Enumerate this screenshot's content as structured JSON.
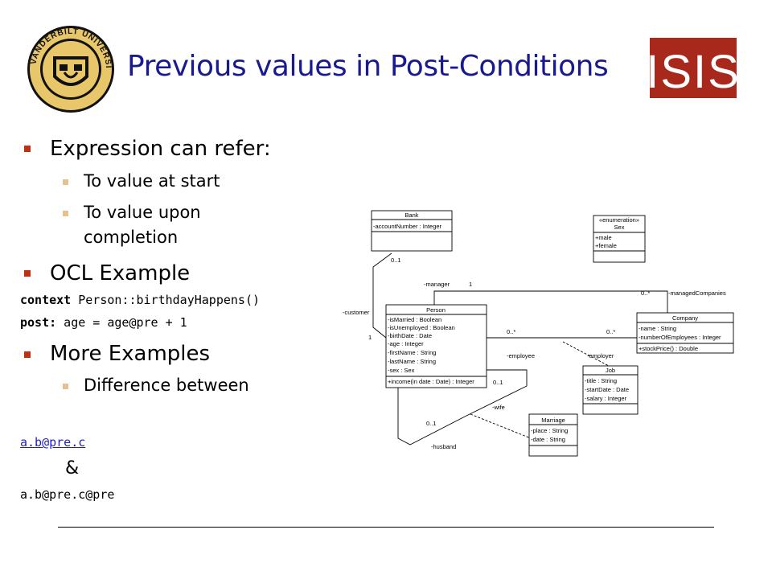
{
  "slide": {
    "title": "Previous values in Post-Conditions",
    "logos": {
      "left": {
        "icon": "vanderbilt-seal-icon",
        "text": "VANDERBILT UNIVERSITY"
      },
      "right": {
        "icon": "isis-logo-icon",
        "text": "ISIS"
      }
    },
    "bullets": [
      {
        "text": "Expression can refer:",
        "sub": [
          "To value at start",
          "To value upon",
          "completion"
        ]
      },
      {
        "text": "OCL Example"
      },
      {
        "text": "More Examples",
        "sub": [
          "Difference between"
        ]
      }
    ],
    "code": {
      "line1_kw": "context",
      "line1_rest": " Person::birthdayHappens()",
      "line2_kw": "post:",
      "line2_rest": " age = age@pre + 1"
    },
    "examples": {
      "a": "a.b@pre.c",
      "amp": "&",
      "b": "a.b@pre.c@pre"
    }
  },
  "diagram": {
    "classes": {
      "bank": {
        "name": "Bank",
        "attrs": [
          "-accountNumber : Integer"
        ]
      },
      "sex": {
        "stereo": "«enumeration»",
        "name": "Sex",
        "attrs": [
          "+male",
          "+female"
        ]
      },
      "person": {
        "name": "Person",
        "attrs": [
          "-isMarried : Boolean",
          "-isUnemployed : Boolean",
          "-birthDate : Date",
          "-age : Integer",
          "-firstName : String",
          "-lastName : String",
          "-sex : Sex"
        ],
        "ops": [
          "+income(in date : Date) : Integer"
        ]
      },
      "company": {
        "name": "Company",
        "attrs": [
          "-name : String",
          "-numberOfEmployees : Integer"
        ],
        "ops": [
          "+stockPrice() : Double"
        ]
      },
      "job": {
        "name": "Job",
        "attrs": [
          "-title : String",
          "-startDate : Date",
          "-salary : Integer"
        ]
      },
      "marriage": {
        "name": "Marriage",
        "attrs": [
          "-place : String",
          "-date : String"
        ]
      }
    },
    "labels": {
      "bank_mult": "0..1",
      "manager": "-manager",
      "manager_mult": "1",
      "managed_mult": "0..*",
      "managed": "-managedCompanies",
      "customer": "-customer",
      "customer_mult": "1",
      "employee_mult": "0..*",
      "employer_mult": "0..*",
      "employee": "-employee",
      "employer": "-employer",
      "wife_mult": "0..1",
      "wife": "-wife",
      "husband_mult": "0..1",
      "husband": "-husband"
    }
  }
}
